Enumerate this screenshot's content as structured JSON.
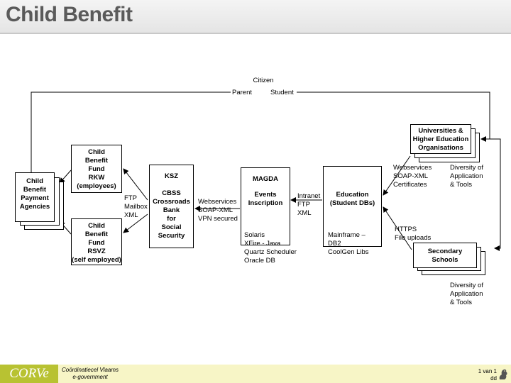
{
  "slide": {
    "title": "Child Benefit",
    "footer_logo": "CORVe",
    "footer_org": "Coördinatiecel Vlaams\ne-government",
    "page_number": "1 van 1",
    "page_sub": "dd"
  },
  "colors": {
    "title_text": "#5a5a5a",
    "footer_bg": "#f7f5c6",
    "logo_bg": "#b8c232"
  },
  "nodes": {
    "citizen": "Citizen",
    "parent": "Parent",
    "student": "Student",
    "agencies": "Child\nBenefit\nPayment\nAgencies",
    "rkw": "Child\nBenefit\nFund\nRKW\n(employees)",
    "rsvz": "Child\nBenefit\nFund\nRSVZ\n(self employed)",
    "ksz": "KSZ\n\nCBSS\nCrossroads\nBank\nfor\nSocial\nSecurity",
    "magda_title": "MAGDA",
    "magda_sub": "Events\nInscription",
    "magda_tech": "Solaris\nXFire - Java\nQuartz Scheduler\nOracle DB",
    "education": "Education\n(Student DBs)",
    "education_tech": "Mainframe –\nDB2\nCoolGen Libs",
    "universities": "Universities &\nHigher Education\nOrganisations",
    "secondary": "Secondary\nSchools"
  },
  "protocols": {
    "ftp_group": "FTP\nMailbox\nXML",
    "ws_ksz": "Webservices\nSOAP-XML\nVPN secured",
    "intranet": "Intranet\nFTP\nXML",
    "ws_univ": "Webservices\nSOAP-XML\nCertificates",
    "diversity_univ": "Diversity of\nApplication\n& Tools",
    "https": "HTTPS\nFile uploads",
    "diversity_sec": "Diversity of\nApplication\n& Tools"
  }
}
